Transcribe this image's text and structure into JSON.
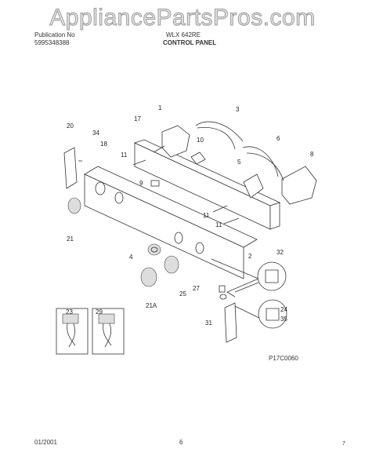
{
  "watermark": "AppliancePartsPros.com",
  "header": {
    "left_line1": "Publication No",
    "model": "WLX 642RE",
    "pub_number": "5995348388",
    "section_title": "CONTROL PANEL"
  },
  "footer": {
    "date": "01/2001",
    "page": "6",
    "corner": "7"
  },
  "diagram_code": "P17C0060",
  "callouts": {
    "c1": "1",
    "c3": "3",
    "c17": "17",
    "c20": "20",
    "c34": "34",
    "c18": "18",
    "c10": "10",
    "c6": "6",
    "c8": "8",
    "c11a": "11",
    "c5": "5",
    "c9": "9",
    "c11b": "11",
    "c11c": "11",
    "c21": "21",
    "c4": "4",
    "c2": "2",
    "c32": "32",
    "c27": "27",
    "c25": "25",
    "c21a": "21A",
    "c24": "24",
    "c35": "35",
    "c31": "31",
    "c23": "23",
    "c29": "29"
  }
}
